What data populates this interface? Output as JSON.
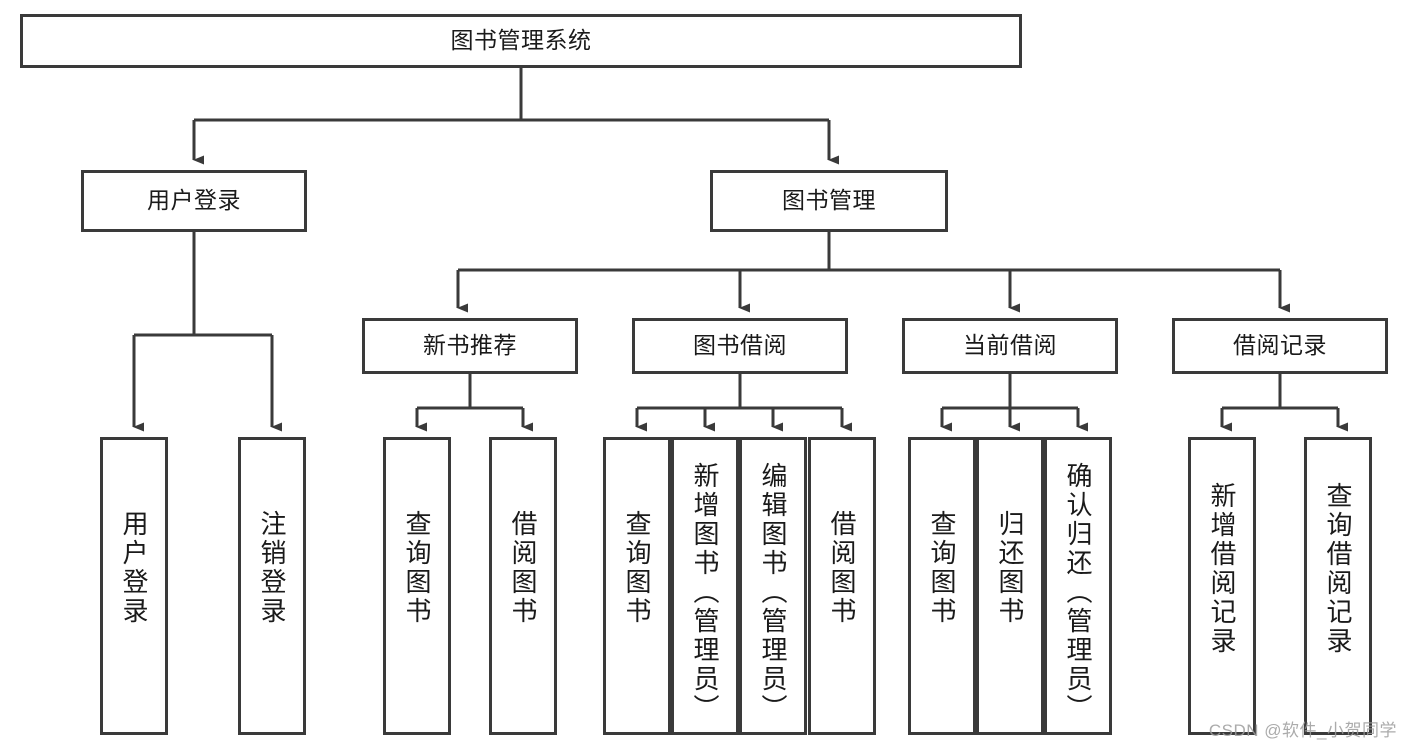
{
  "diagram": {
    "title": "图书管理系统",
    "type": "hierarchy-tree",
    "levels": 4,
    "nodes": {
      "root": {
        "label": "图书管理系统"
      },
      "level2": [
        {
          "id": "user-login",
          "label": "用户登录"
        },
        {
          "id": "book-management",
          "label": "图书管理"
        }
      ],
      "level3": [
        {
          "id": "new-book-recommend",
          "label": "新书推荐"
        },
        {
          "id": "book-borrow",
          "label": "图书借阅"
        },
        {
          "id": "current-borrow",
          "label": "当前借阅"
        },
        {
          "id": "borrow-record",
          "label": "借阅记录"
        }
      ],
      "leaves": {
        "user_login": [
          {
            "id": "leaf-user-login",
            "label": "用户登录"
          },
          {
            "id": "leaf-logout-login",
            "label": "注销登录"
          }
        ],
        "new_book_recommend": [
          {
            "id": "leaf-query-book-1",
            "label": "查询图书"
          },
          {
            "id": "leaf-borrow-book-1",
            "label": "借阅图书"
          }
        ],
        "book_borrow": [
          {
            "id": "leaf-query-book-2",
            "label": "查询图书"
          },
          {
            "id": "leaf-add-book",
            "label": "新增图书（管理员）"
          },
          {
            "id": "leaf-edit-book",
            "label": "编辑图书（管理员）"
          },
          {
            "id": "leaf-borrow-book-2",
            "label": "借阅图书"
          }
        ],
        "current_borrow": [
          {
            "id": "leaf-query-book-3",
            "label": "查询图书"
          },
          {
            "id": "leaf-return-book",
            "label": "归还图书"
          },
          {
            "id": "leaf-confirm-return",
            "label": "确认归还（管理员）"
          }
        ],
        "borrow_record": [
          {
            "id": "leaf-add-record",
            "label": "新增借阅记录"
          },
          {
            "id": "leaf-query-record",
            "label": "查询借阅记录"
          }
        ]
      }
    },
    "colors": {
      "stroke": "#3a3a3a",
      "background": "#ffffff",
      "text": "#1a1a1a",
      "watermark": "#9d9d9d"
    }
  },
  "watermark": {
    "text": "CSDN @软件_小贺同学"
  }
}
